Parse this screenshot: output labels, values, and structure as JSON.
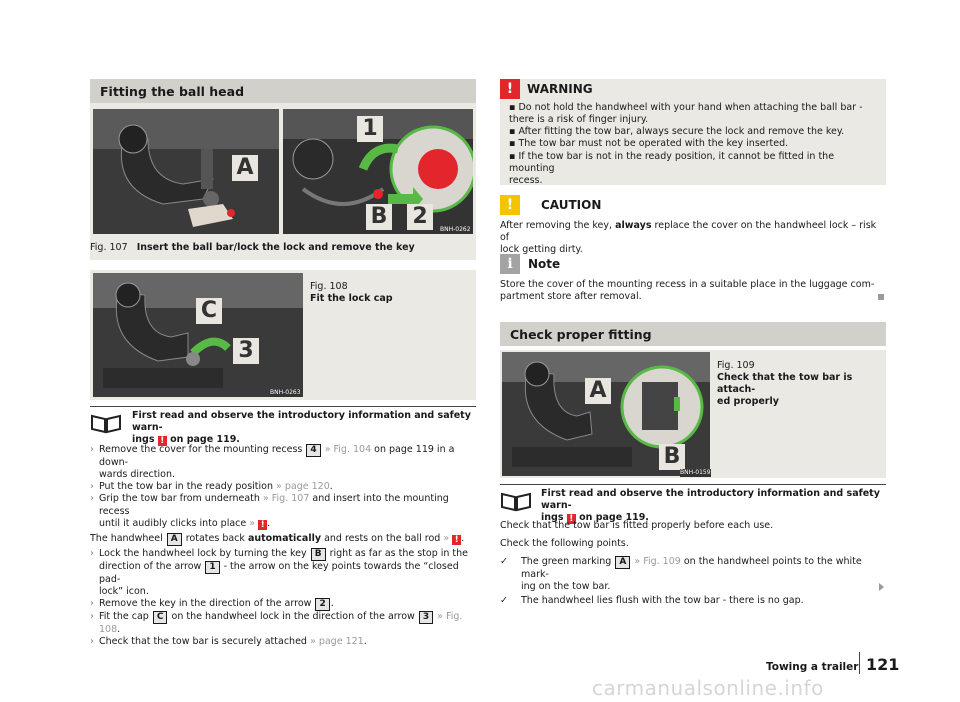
{
  "left": {
    "section_title": "Fitting the ball head",
    "fig107": {
      "code": "BNH-0262",
      "num": "Fig. 107",
      "caption": "Insert the ball bar/lock the lock and remove the key",
      "label_a": "A",
      "label_1": "1",
      "label_b": "B",
      "label_2": "2"
    },
    "fig108": {
      "code": "BNH-0263",
      "num": "Fig. 108",
      "caption": "Fit the lock cap",
      "label_c": "C",
      "label_3": "3"
    },
    "intro": {
      "line1": "First read and observe the introductory information and safety warn-",
      "line2a": "ings",
      "line2b": "on page 119."
    },
    "steps": [
      {
        "parts": [
          "Remove the cover for the mounting recess",
          "4",
          "» Fig. 104",
          "on page 119 in a down-",
          "wards direction."
        ]
      },
      {
        "parts": [
          "Put the tow bar in the ready position",
          "» page 120",
          "."
        ]
      },
      {
        "parts": [
          "Grip the tow bar from underneath",
          "» Fig. 107",
          "and insert into the mounting recess",
          "until it audibly clicks into place",
          "»",
          "."
        ]
      }
    ],
    "handwheel": {
      "a": "The handwheel",
      "key": "A",
      "b": "rotates back",
      "bold": "automatically",
      "c": "and rests on the ball rod",
      "link": "»",
      "end": "."
    },
    "steps2": [
      {
        "parts": [
          "Lock the handwheel lock by turning the key",
          "B",
          "right as far as the stop in the",
          "direction of the arrow",
          "1",
          "- the arrow on the key points towards the “closed pad-",
          "lock” icon."
        ]
      },
      {
        "parts": [
          "Remove the key in the direction of the arrow",
          "2",
          "."
        ]
      },
      {
        "parts": [
          "Fit the cap",
          "C",
          "on the handwheel lock in the direction of the arrow",
          "3",
          "» Fig. 108",
          "."
        ]
      },
      {
        "parts": [
          "Check that the tow bar is securely attached",
          "» page 121",
          "."
        ]
      }
    ]
  },
  "right": {
    "warning": {
      "title": "WARNING",
      "icon": "!",
      "items": [
        [
          "Do not hold the handwheel with your hand when attaching the ball bar -",
          "there is a risk of finger injury."
        ],
        [
          "After fitting the tow bar, always secure the lock and remove the key."
        ],
        [
          "The tow bar must not be operated with the key inserted."
        ],
        [
          "If the tow bar is not in the ready position, it cannot be fitted in the mounting",
          "recess."
        ]
      ]
    },
    "caution": {
      "title": "CAUTION",
      "icon": "!",
      "a": "After removing the key,",
      "bold": "always",
      "b": "replace the cover on the handwheel lock – risk of",
      "c": "lock getting dirty."
    },
    "note": {
      "title": "Note",
      "icon": "i",
      "line1": "Store the cover of the mounting recess in a suitable place in the luggage com-",
      "line2": "partment store after removal."
    },
    "section_title": "Check proper fitting",
    "fig109": {
      "code": "BNH-0159",
      "num": "Fig. 109",
      "caption1": "Check that the tow bar is attach-",
      "caption2": "ed properly",
      "label_a": "A",
      "label_b": "B"
    },
    "intro": {
      "line1": "First read and observe the introductory information and safety warn-",
      "line2a": "ings",
      "line2b": "on page 119."
    },
    "para1": "Check that the tow bar is fitted properly before each use.",
    "para2": "Check the following points.",
    "checks": [
      {
        "a": "The green marking",
        "key": "A",
        "link": "» Fig. 109",
        "b": "on the handwheel points to the white mark-",
        "c": "ing on the tow bar."
      },
      {
        "a": "The handwheel lies flush with the tow bar - there is no gap."
      }
    ],
    "footer": {
      "chapter": "Towing a trailer",
      "page": "121"
    }
  },
  "colors": {
    "header_bg": "#d2d0ca",
    "panel_bg": "#ebe9e4",
    "warning_red": "#e3262b",
    "caution_yellow": "#f5c400",
    "note_grey": "#a3a3a3",
    "link_grey": "#9a9a9a",
    "arrow_green": "#58b947"
  },
  "watermark": "carmanualsonline.info"
}
